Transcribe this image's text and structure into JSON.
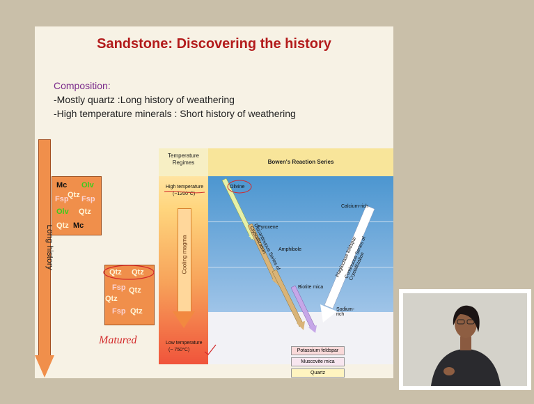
{
  "slide": {
    "title": "Sandstone: Discovering the history",
    "composition_heading": "Composition:",
    "lines": [
      "-Mostly quartz :Long history of weathering",
      "-High temperature minerals : Short history of weathering"
    ],
    "long_history_label": "Long history",
    "box1": [
      {
        "t": "Mc",
        "c": "k"
      },
      {
        "t": "Olv",
        "c": "g"
      },
      {
        "t": "Fsp",
        "c": "p"
      },
      {
        "t": "Qtz",
        "c": "w"
      },
      {
        "t": "Fsp",
        "c": "p"
      },
      {
        "t": "Olv",
        "c": "g"
      },
      {
        "t": "Qtz",
        "c": "w"
      },
      {
        "t": "Qtz",
        "c": "w"
      },
      {
        "t": "Mc",
        "c": "k"
      }
    ],
    "box2": [
      {
        "t": "Qtz",
        "c": "w"
      },
      {
        "t": "Qtz",
        "c": "w"
      },
      {
        "t": "Fsp",
        "c": "p"
      },
      {
        "t": "Qtz",
        "c": "w"
      },
      {
        "t": "Qtz",
        "c": "w"
      },
      {
        "t": "Fsp",
        "c": "p"
      },
      {
        "t": "Qtz",
        "c": "w"
      }
    ],
    "handwriting_matured": "Matured"
  },
  "diagram": {
    "regime_header": "Temperature Regimes",
    "series_header": "Bowen's Reaction Series",
    "high_temp": "High temperature",
    "high_temp_value": "(~1200°C)",
    "cooling": "Cooling magma",
    "low_temp": "Low temperature",
    "low_temp_value": "(~ 750°C)",
    "olivine": "Olivine",
    "pyroxene": "Pyroxene",
    "amphibole": "Amphibole",
    "biotite": "Biotite mica",
    "calcium_rich": "Calcium-rich",
    "sodium_rich": "Sodium-rich",
    "plagioclase": "Plagioclase feldspar",
    "continuous": "Continuous Series of Crystallization",
    "discontinuous": "Discontinuous Series of Crystallization",
    "potassium": "Potassium feldspar",
    "muscovite": "Muscovite mica",
    "quartz": "Quartz"
  }
}
